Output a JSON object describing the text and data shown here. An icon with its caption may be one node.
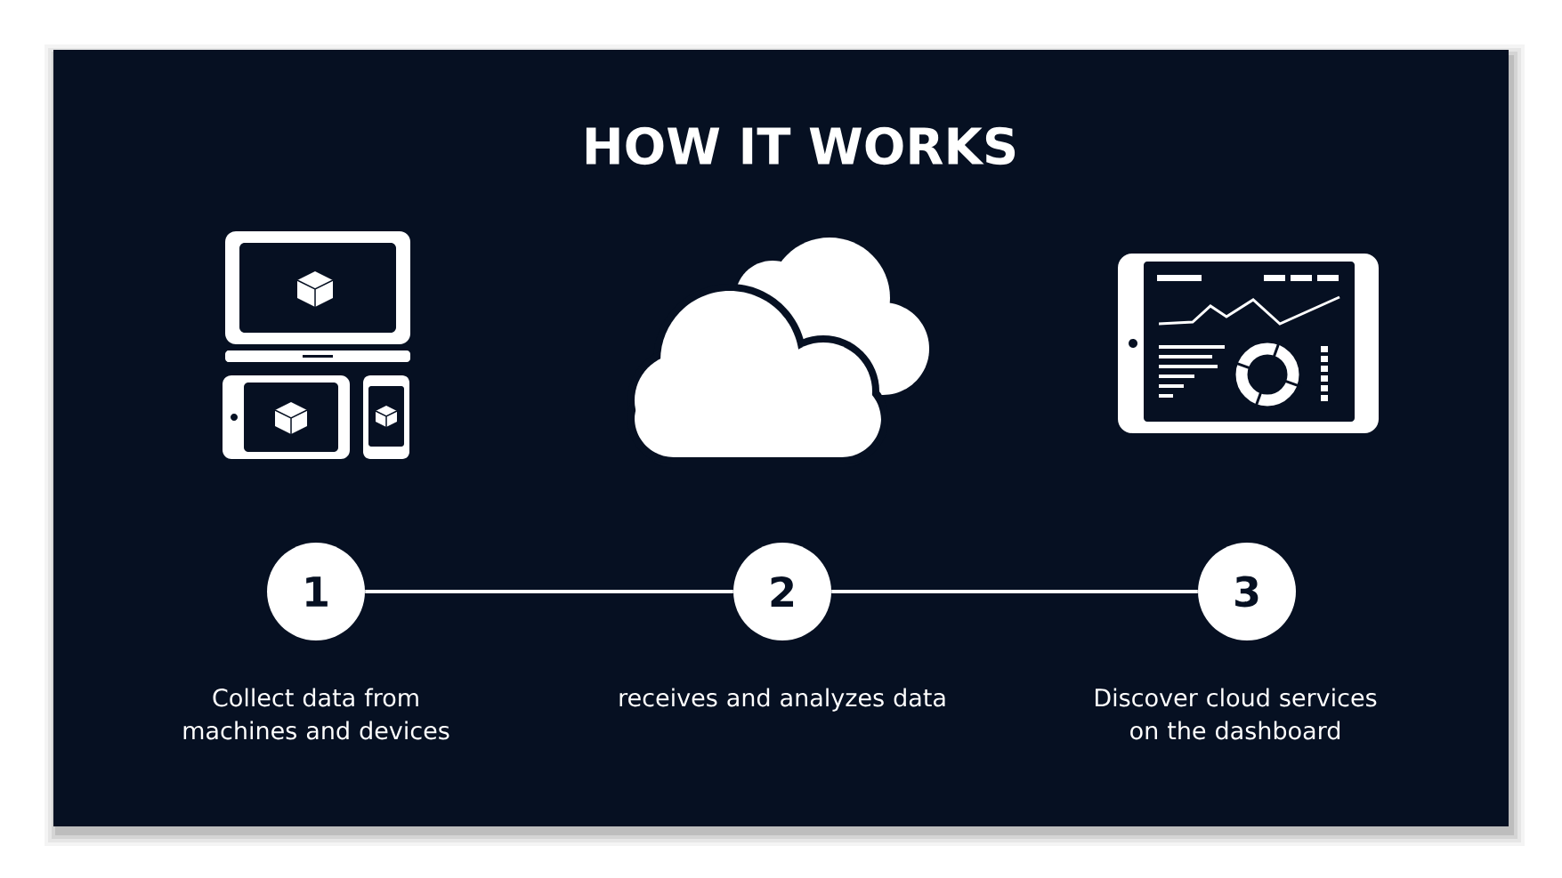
{
  "diagram": {
    "title": "HOW IT WORKS",
    "nodes": [
      {
        "text": [
          "1"
        ],
        "beside": [
          "Collect data from machines and devices"
        ]
      },
      {
        "text": [
          "2"
        ],
        "beside": [
          "receives and analyzes data"
        ]
      },
      {
        "text": [
          "3"
        ],
        "beside": [
          "Discover cloud services on the dashboard"
        ]
      }
    ],
    "edges": [
      {
        "from": 0,
        "to": 1,
        "arrow": "none"
      },
      {
        "from": 1,
        "to": 2,
        "arrow": "none"
      }
    ]
  }
}
